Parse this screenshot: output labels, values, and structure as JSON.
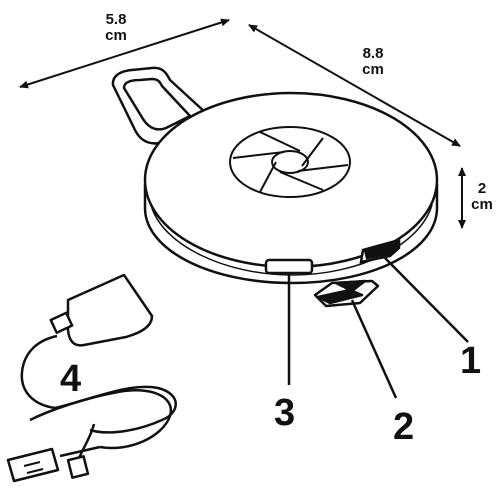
{
  "dimensions": {
    "width": {
      "value": "5.8",
      "unit": "cm"
    },
    "length": {
      "value": "8.8",
      "unit": "cm"
    },
    "height": {
      "value": "2",
      "unit": "cm"
    }
  },
  "callouts": [
    "1",
    "2",
    "3",
    "4"
  ],
  "colors": {
    "stroke": "#111111",
    "fill": "#ffffff"
  }
}
